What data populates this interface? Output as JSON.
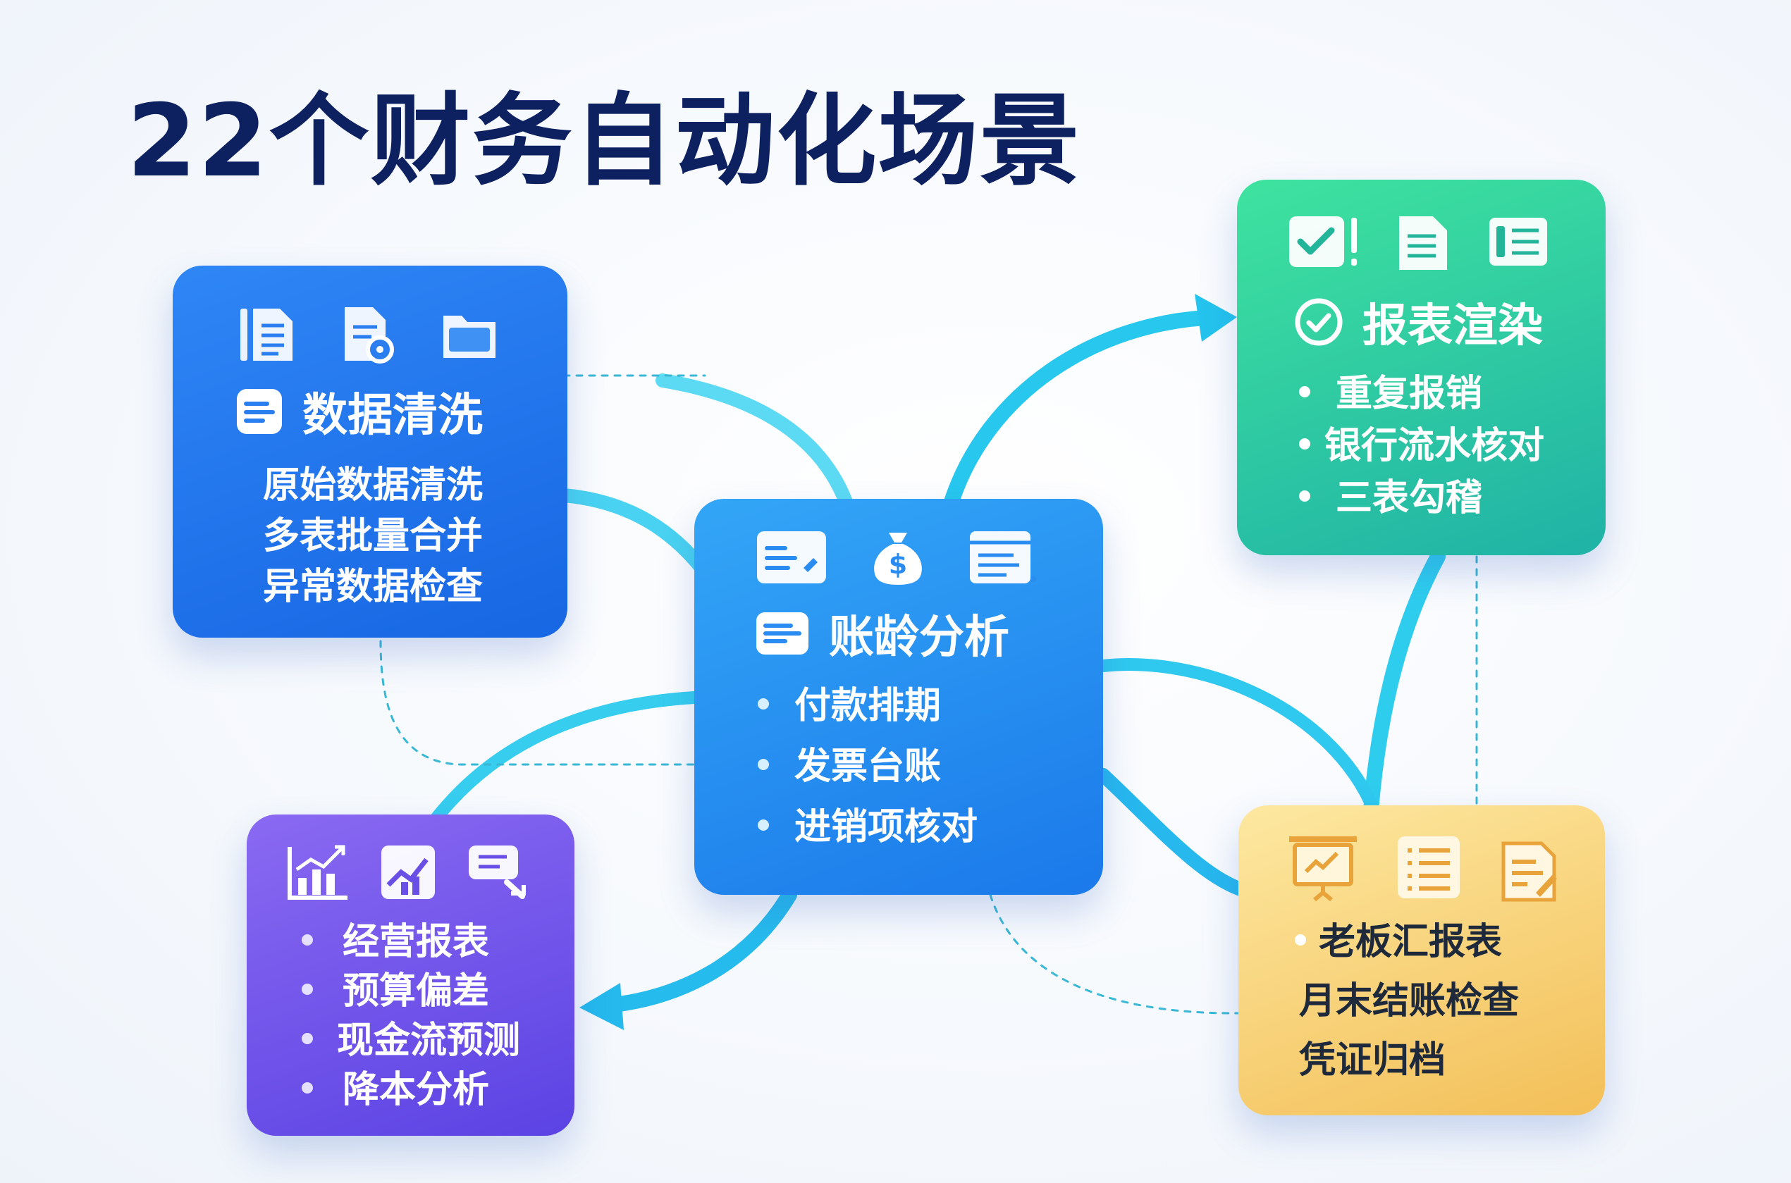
{
  "title": "22个财务自动化场景",
  "colors": {
    "title": "#0d2160",
    "data_cleaning": "#1f74ec",
    "aging": "#2491f0",
    "report": "#28c9a3",
    "management": "#6d52ea",
    "boss": "#f6cb6c",
    "connector": "#2fd0ef"
  },
  "cards": {
    "data_cleaning": {
      "title": "数据清洗",
      "icons": [
        "document-icon",
        "file-settings-icon",
        "folder-icon",
        "note-icon"
      ],
      "items": [
        "原始数据清洗",
        "多表批量合并",
        "异常数据检查"
      ]
    },
    "aging": {
      "title": "账龄分析",
      "icons": [
        "id-card-icon",
        "money-bag-icon",
        "browser-window-icon",
        "note-icon"
      ],
      "items": [
        "付款排期",
        "发票台账",
        "进销项核对"
      ]
    },
    "report": {
      "title": "报表渲染",
      "icons": [
        "checkbox-alert-icon",
        "document-icon",
        "list-card-icon",
        "check-circle-icon"
      ],
      "items": [
        "重复报销",
        "银行流水核对",
        "三表勾稽"
      ]
    },
    "management": {
      "icons": [
        "bar-chart-icon",
        "chart-tile-icon",
        "chat-bubble-icon"
      ],
      "items": [
        "经营报表",
        "预算偏差",
        "现金流预测",
        "降本分析"
      ]
    },
    "boss": {
      "icons": [
        "presentation-board-icon",
        "checklist-icon",
        "report-edit-icon"
      ],
      "items": [
        "老板汇报表",
        "月末结账检查",
        "凭证归档"
      ]
    }
  }
}
